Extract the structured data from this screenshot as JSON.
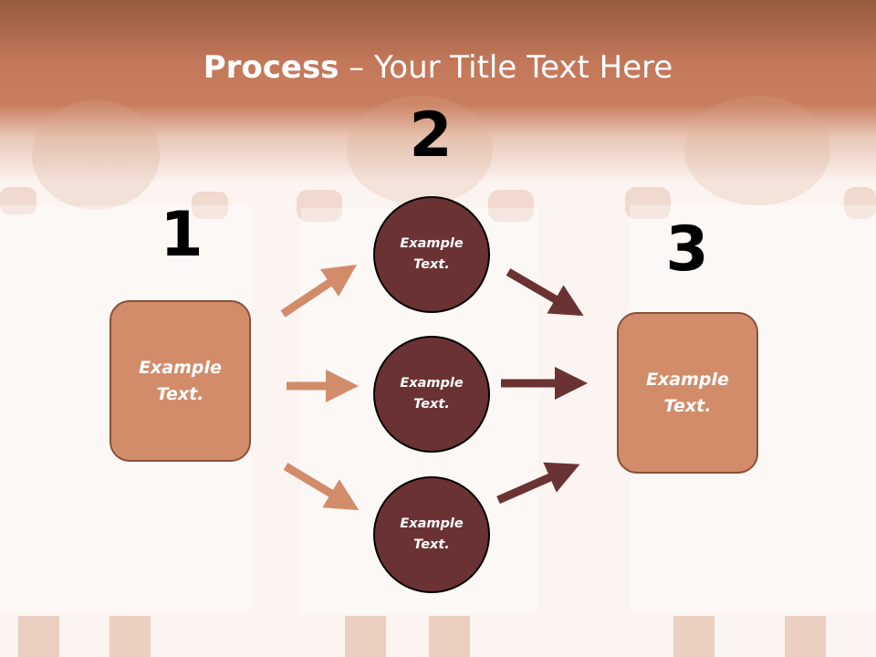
{
  "slide": {
    "title_strong": "Process",
    "title_rest": " – Your Title Text Here",
    "steps": {
      "one": "1",
      "two": "2",
      "three": "3"
    },
    "left_box": "Example Text.",
    "right_box": "Example Text.",
    "circles": [
      "Example Text.",
      "Example Text.",
      "Example Text."
    ]
  },
  "colors": {
    "header": "#c4785a",
    "box_fill": "#d28c6a",
    "circle_fill": "#6b3233",
    "arrow_left": "#d28c6a",
    "arrow_right": "#6b3233"
  }
}
